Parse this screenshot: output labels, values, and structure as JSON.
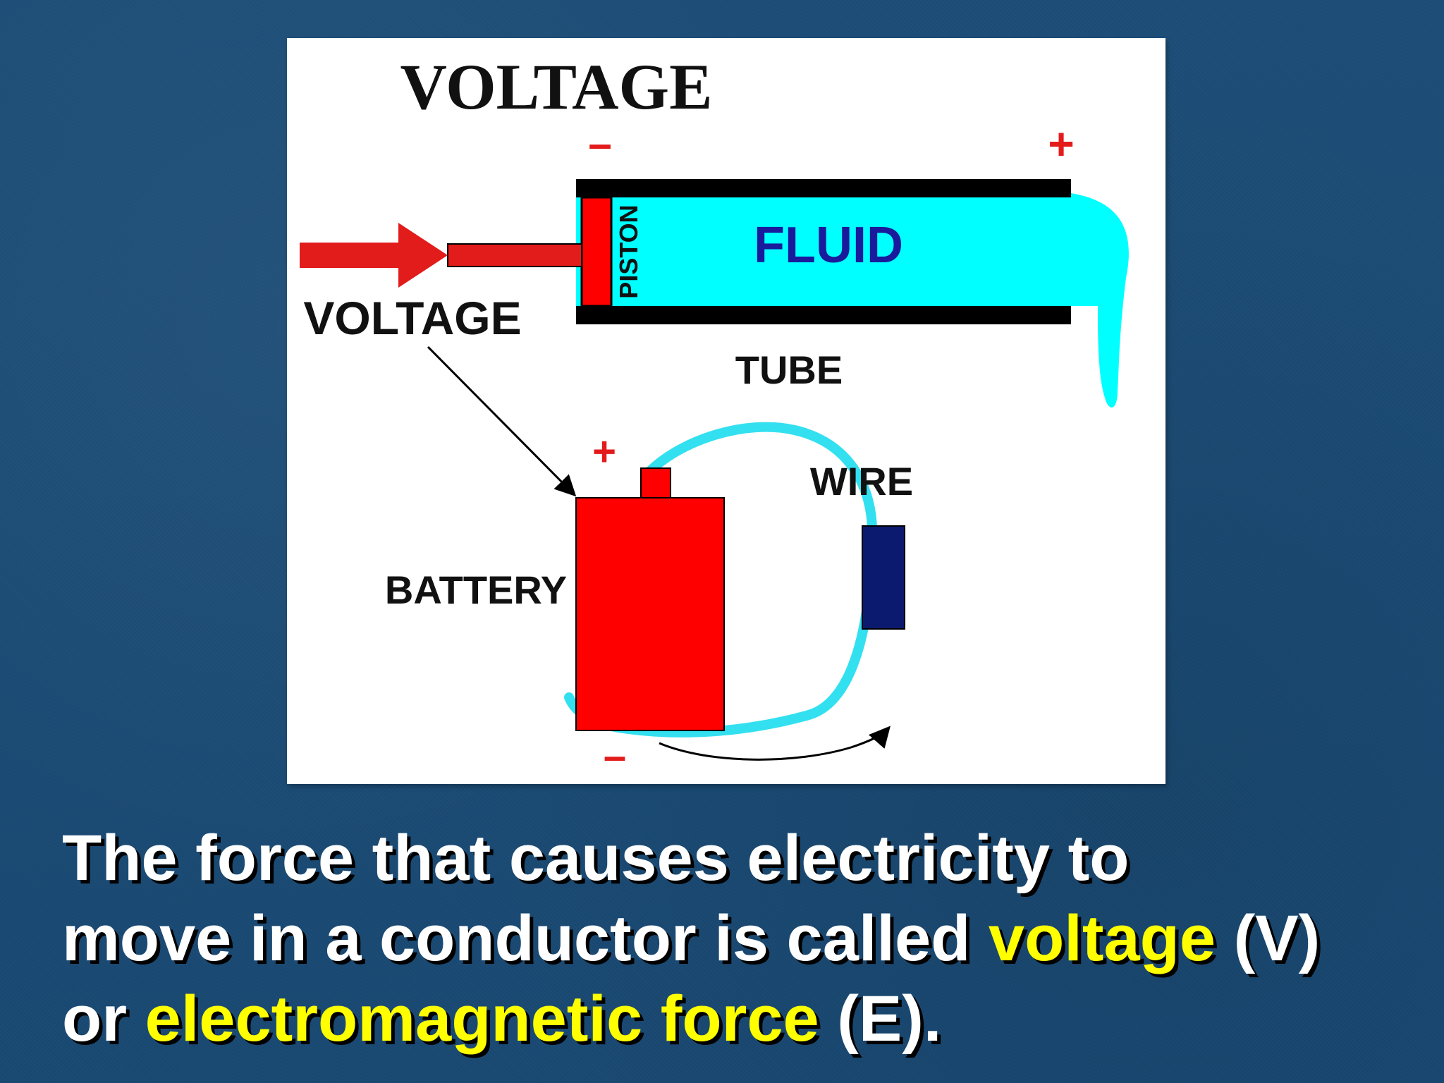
{
  "colors": {
    "background": "#1a4a72",
    "panel": "#ffffff",
    "fluid": "#00ffff",
    "battery": "#ff0000",
    "piston": "#ff0000",
    "arrow": "#e21b1b",
    "tube": "#000000",
    "wire": "#33e0f0",
    "load": "#0b1a6e",
    "fluid_label": "#1a1a9c",
    "caption_text": "#ffffff",
    "highlight": "#ffff00"
  },
  "diagram": {
    "title": "VOLTAGE",
    "tube_minus": "–",
    "tube_plus": "+",
    "piston_label": "PISTON",
    "fluid_label": "FLUID",
    "voltage_label": "VOLTAGE",
    "tube_label": "TUBE",
    "battery_plus": "+",
    "battery_minus": "–",
    "wire_label": "WIRE",
    "battery_label": "BATTERY"
  },
  "caption": {
    "line1": "The force that causes electricity to",
    "line2_start": "move in a conductor is called ",
    "term1": "voltage",
    "term1_symbol": " (V)",
    "line3_start": "or ",
    "term2": "electromagnetic force",
    "term2_symbol": " (E)."
  }
}
